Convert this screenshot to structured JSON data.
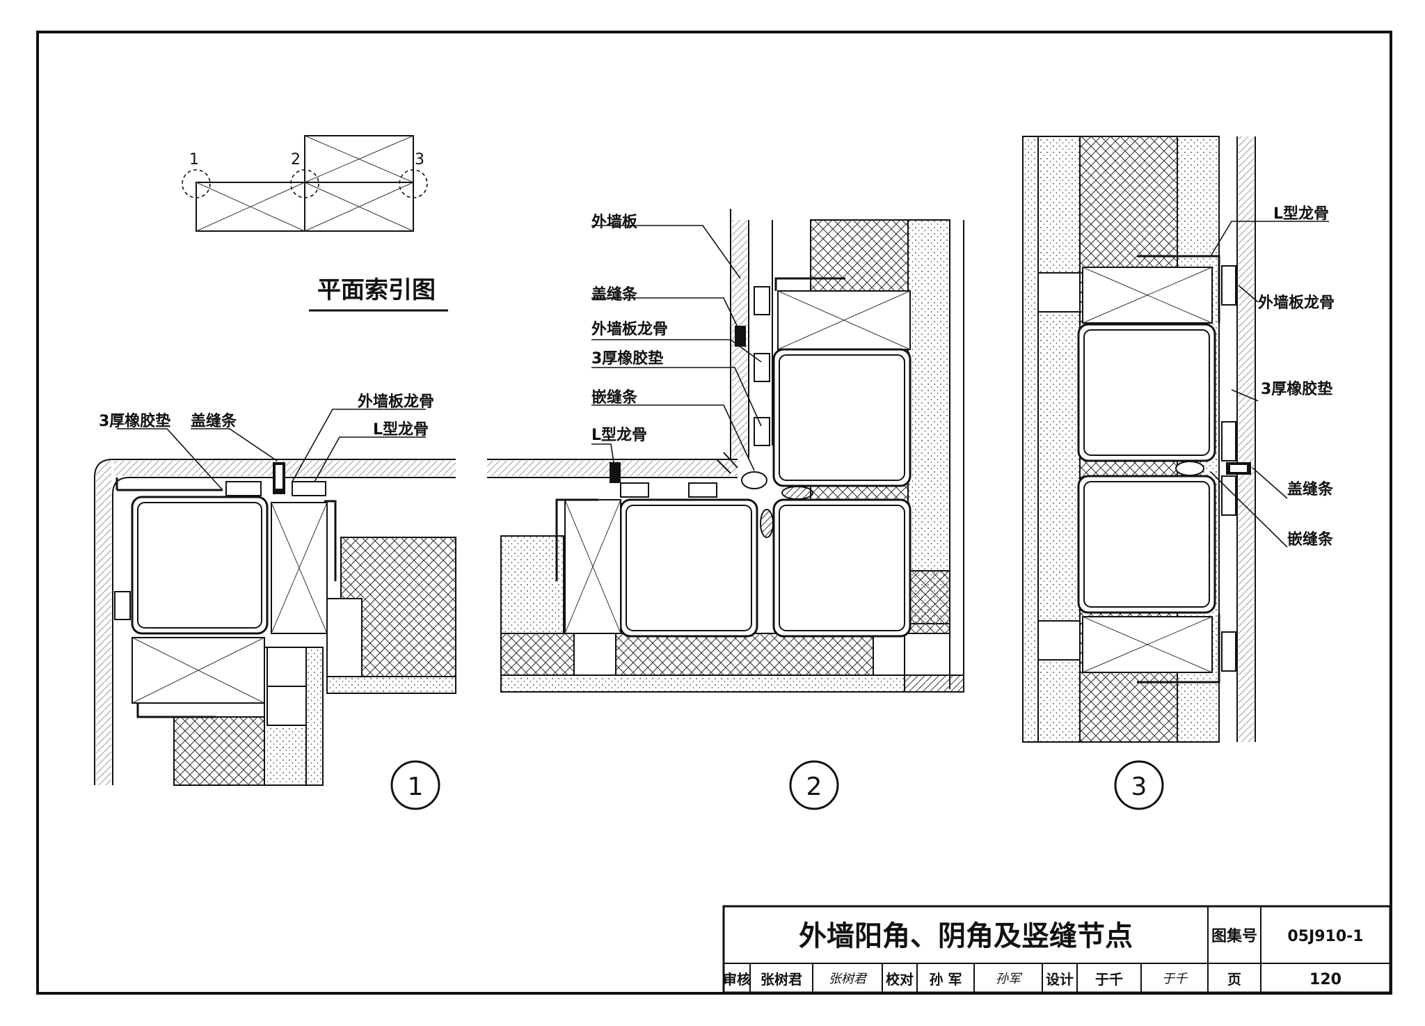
{
  "index_plan": {
    "title": "平面索引图",
    "markers": [
      "1",
      "2",
      "3"
    ]
  },
  "detail1": {
    "number": "1",
    "labels": {
      "rubber_pad": "3厚橡胶垫",
      "cover_strip": "盖缝条",
      "panel_keel": "外墙板龙骨",
      "l_keel": "L型龙骨"
    }
  },
  "detail2": {
    "number": "2",
    "labels": {
      "wall_panel": "外墙板",
      "cover_strip": "盖缝条",
      "panel_keel": "外墙板龙骨",
      "rubber_pad": "3厚橡胶垫",
      "joint_strip": "嵌缝条",
      "l_keel": "L型龙骨"
    }
  },
  "detail3": {
    "number": "3",
    "labels": {
      "l_keel": "L型龙骨",
      "panel_keel": "外墙板龙骨",
      "rubber_pad": "3厚橡胶垫",
      "cover_strip": "盖缝条",
      "joint_strip": "嵌缝条"
    }
  },
  "title_block": {
    "title": "外墙阳角、阴角及竖缝节点",
    "atlas_label": "图集号",
    "atlas_no": "05J910-1",
    "review_label": "审核",
    "reviewer": "张树君",
    "reviewer_sign": "张树君",
    "check_label": "校对",
    "checker": "孙 军",
    "checker_sign": "孙军",
    "design_label": "设计",
    "designer": "于千",
    "designer_sign": "于千",
    "page_label": "页",
    "page_no": "120"
  }
}
